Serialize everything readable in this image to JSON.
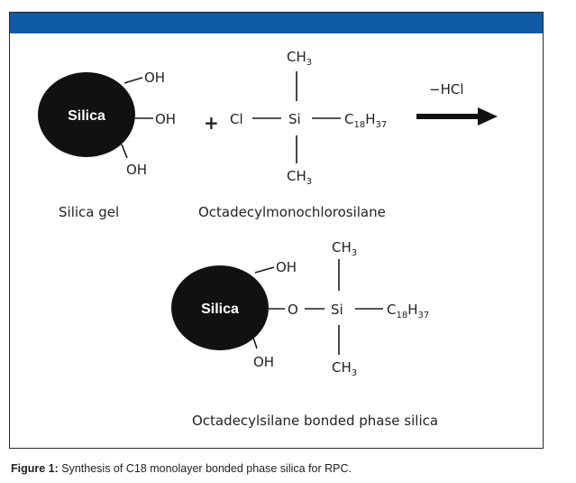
{
  "colors": {
    "header_bar": "#0f5aa6",
    "sphere": "#111111",
    "line": "#1a1a1a"
  },
  "reactant1": {
    "sphere_label": "Silica",
    "oh_top": "OH",
    "oh_right": "OH",
    "oh_bottom": "OH",
    "name": "Silica gel"
  },
  "plus": "+",
  "reactant2": {
    "cl": "Cl",
    "si": "Si",
    "ch3_top": "CH",
    "ch3_top_sub": "3",
    "ch3_bottom": "CH",
    "ch3_bottom_sub": "3",
    "chain_c": "C",
    "chain_c_sub": "18",
    "chain_h": "H",
    "chain_h_sub": "37",
    "name": "Octadecylmonochlorosilane"
  },
  "arrow_label": "−HCl",
  "product": {
    "sphere_label": "Silica",
    "oh_top": "OH",
    "oh_bottom": "OH",
    "o": "O",
    "si": "Si",
    "ch3_top": "CH",
    "ch3_top_sub": "3",
    "ch3_bottom": "CH",
    "ch3_bottom_sub": "3",
    "chain_c": "C",
    "chain_c_sub": "18",
    "chain_h": "H",
    "chain_h_sub": "37",
    "name": "Octadecylsilane bonded phase silica"
  },
  "caption": {
    "label": "Figure 1:",
    "text": " Synthesis of C18 monolayer bonded phase silica for RPC."
  }
}
